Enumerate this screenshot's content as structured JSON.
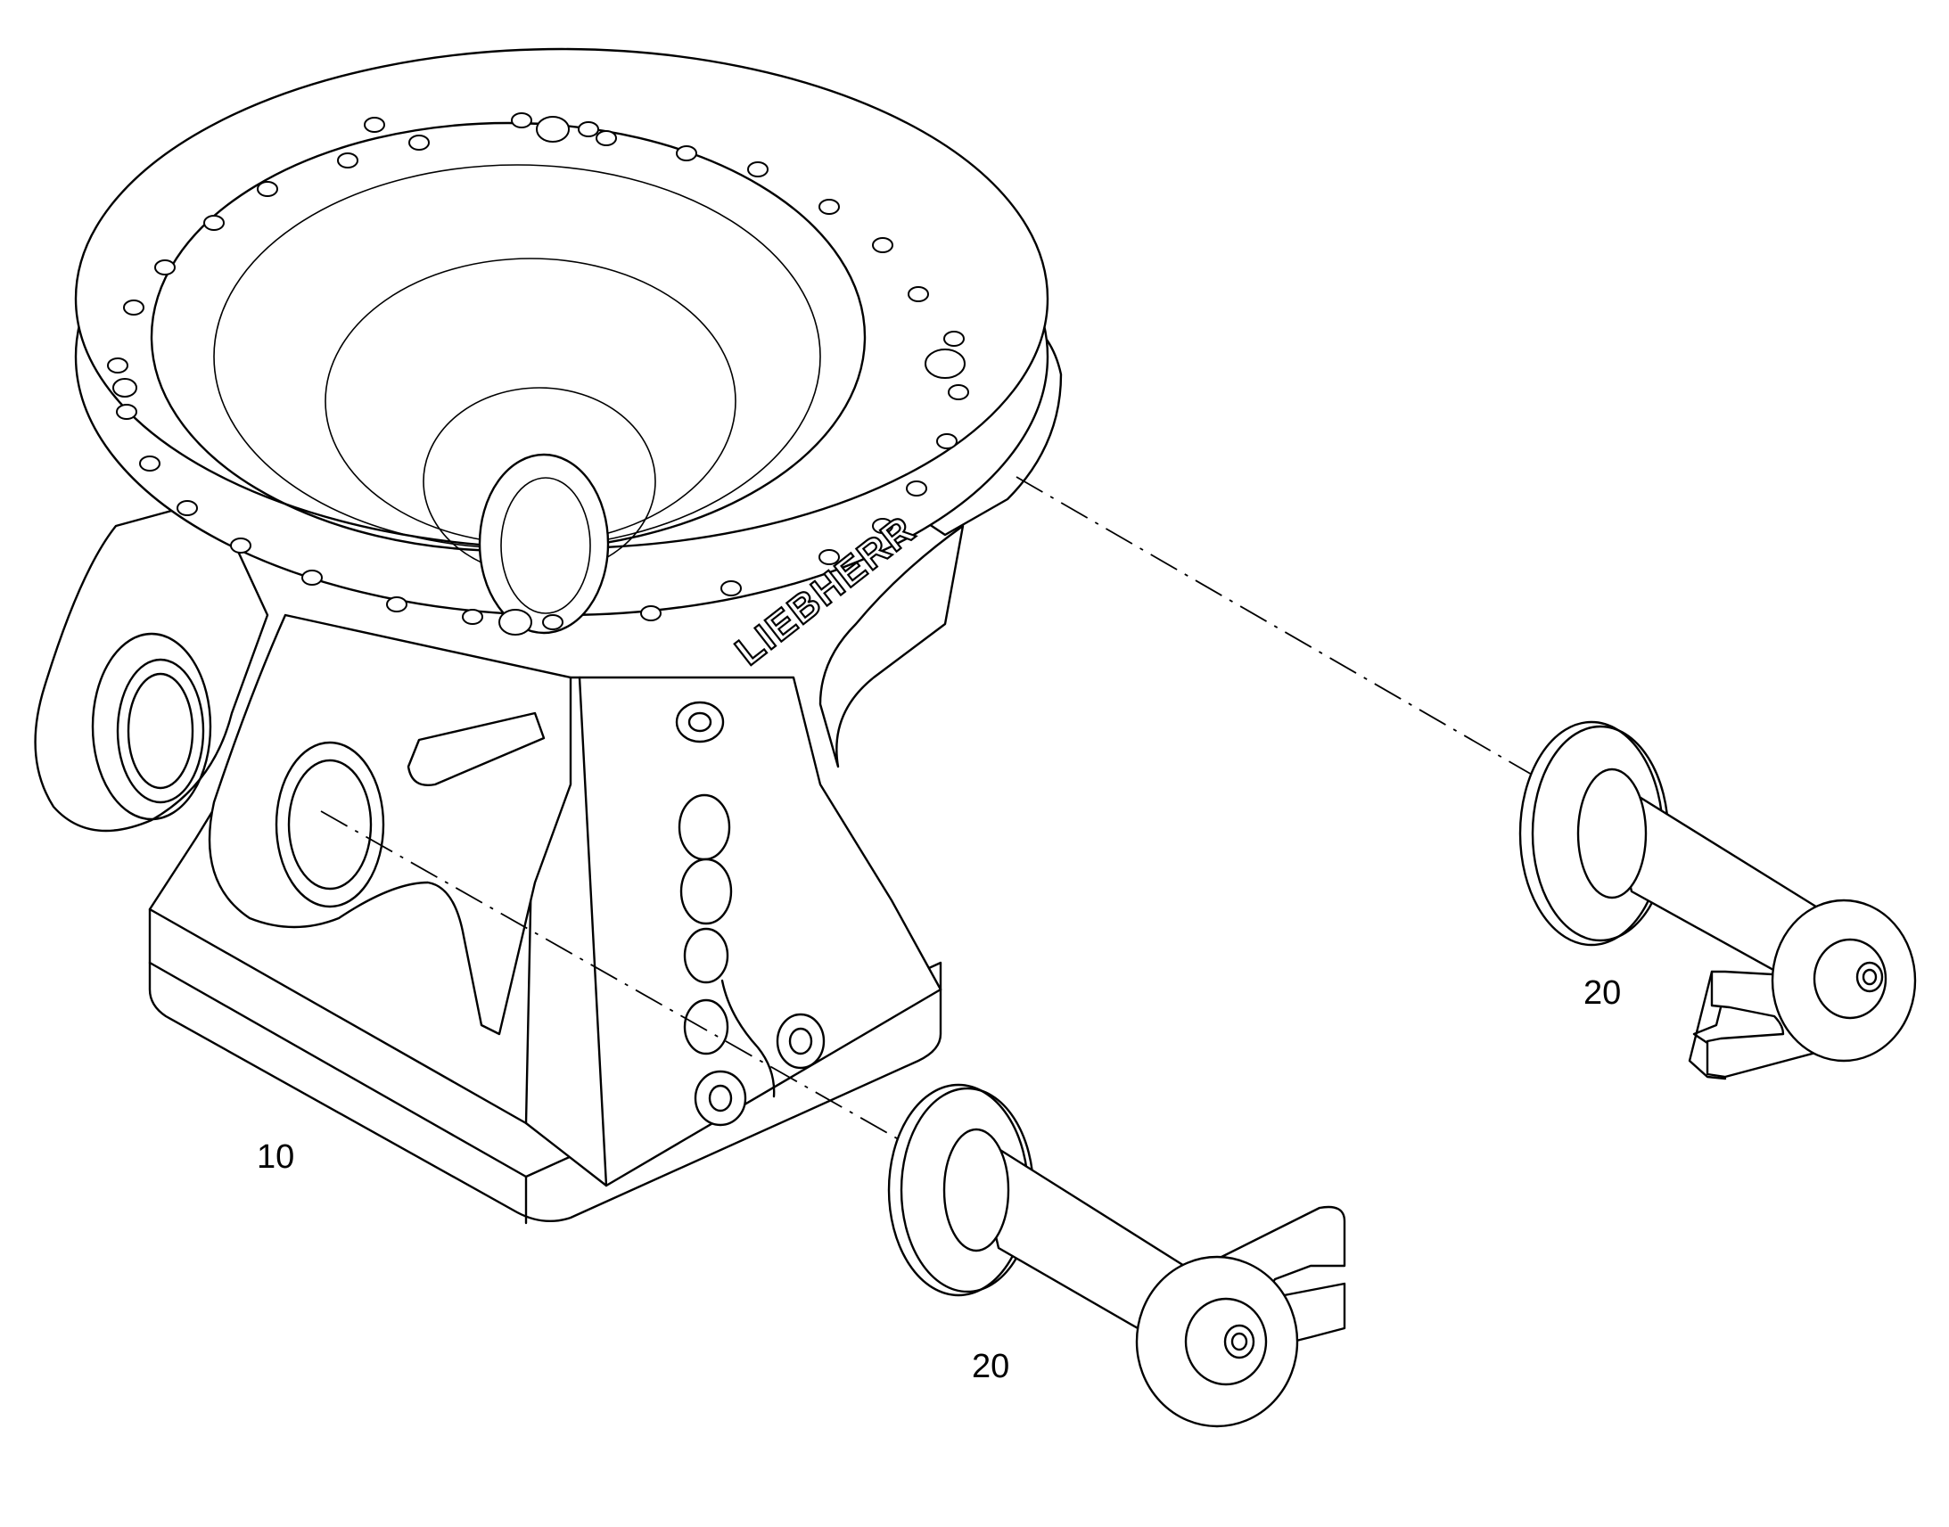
{
  "drawing": {
    "logo_text": "LIEBHERR",
    "callouts": [
      {
        "id": "housing",
        "label": "10"
      },
      {
        "id": "pin_upper",
        "label": "20"
      },
      {
        "id": "pin_lower",
        "label": "20"
      }
    ]
  },
  "colors": {
    "line": "#000000",
    "background": "#ffffff"
  }
}
